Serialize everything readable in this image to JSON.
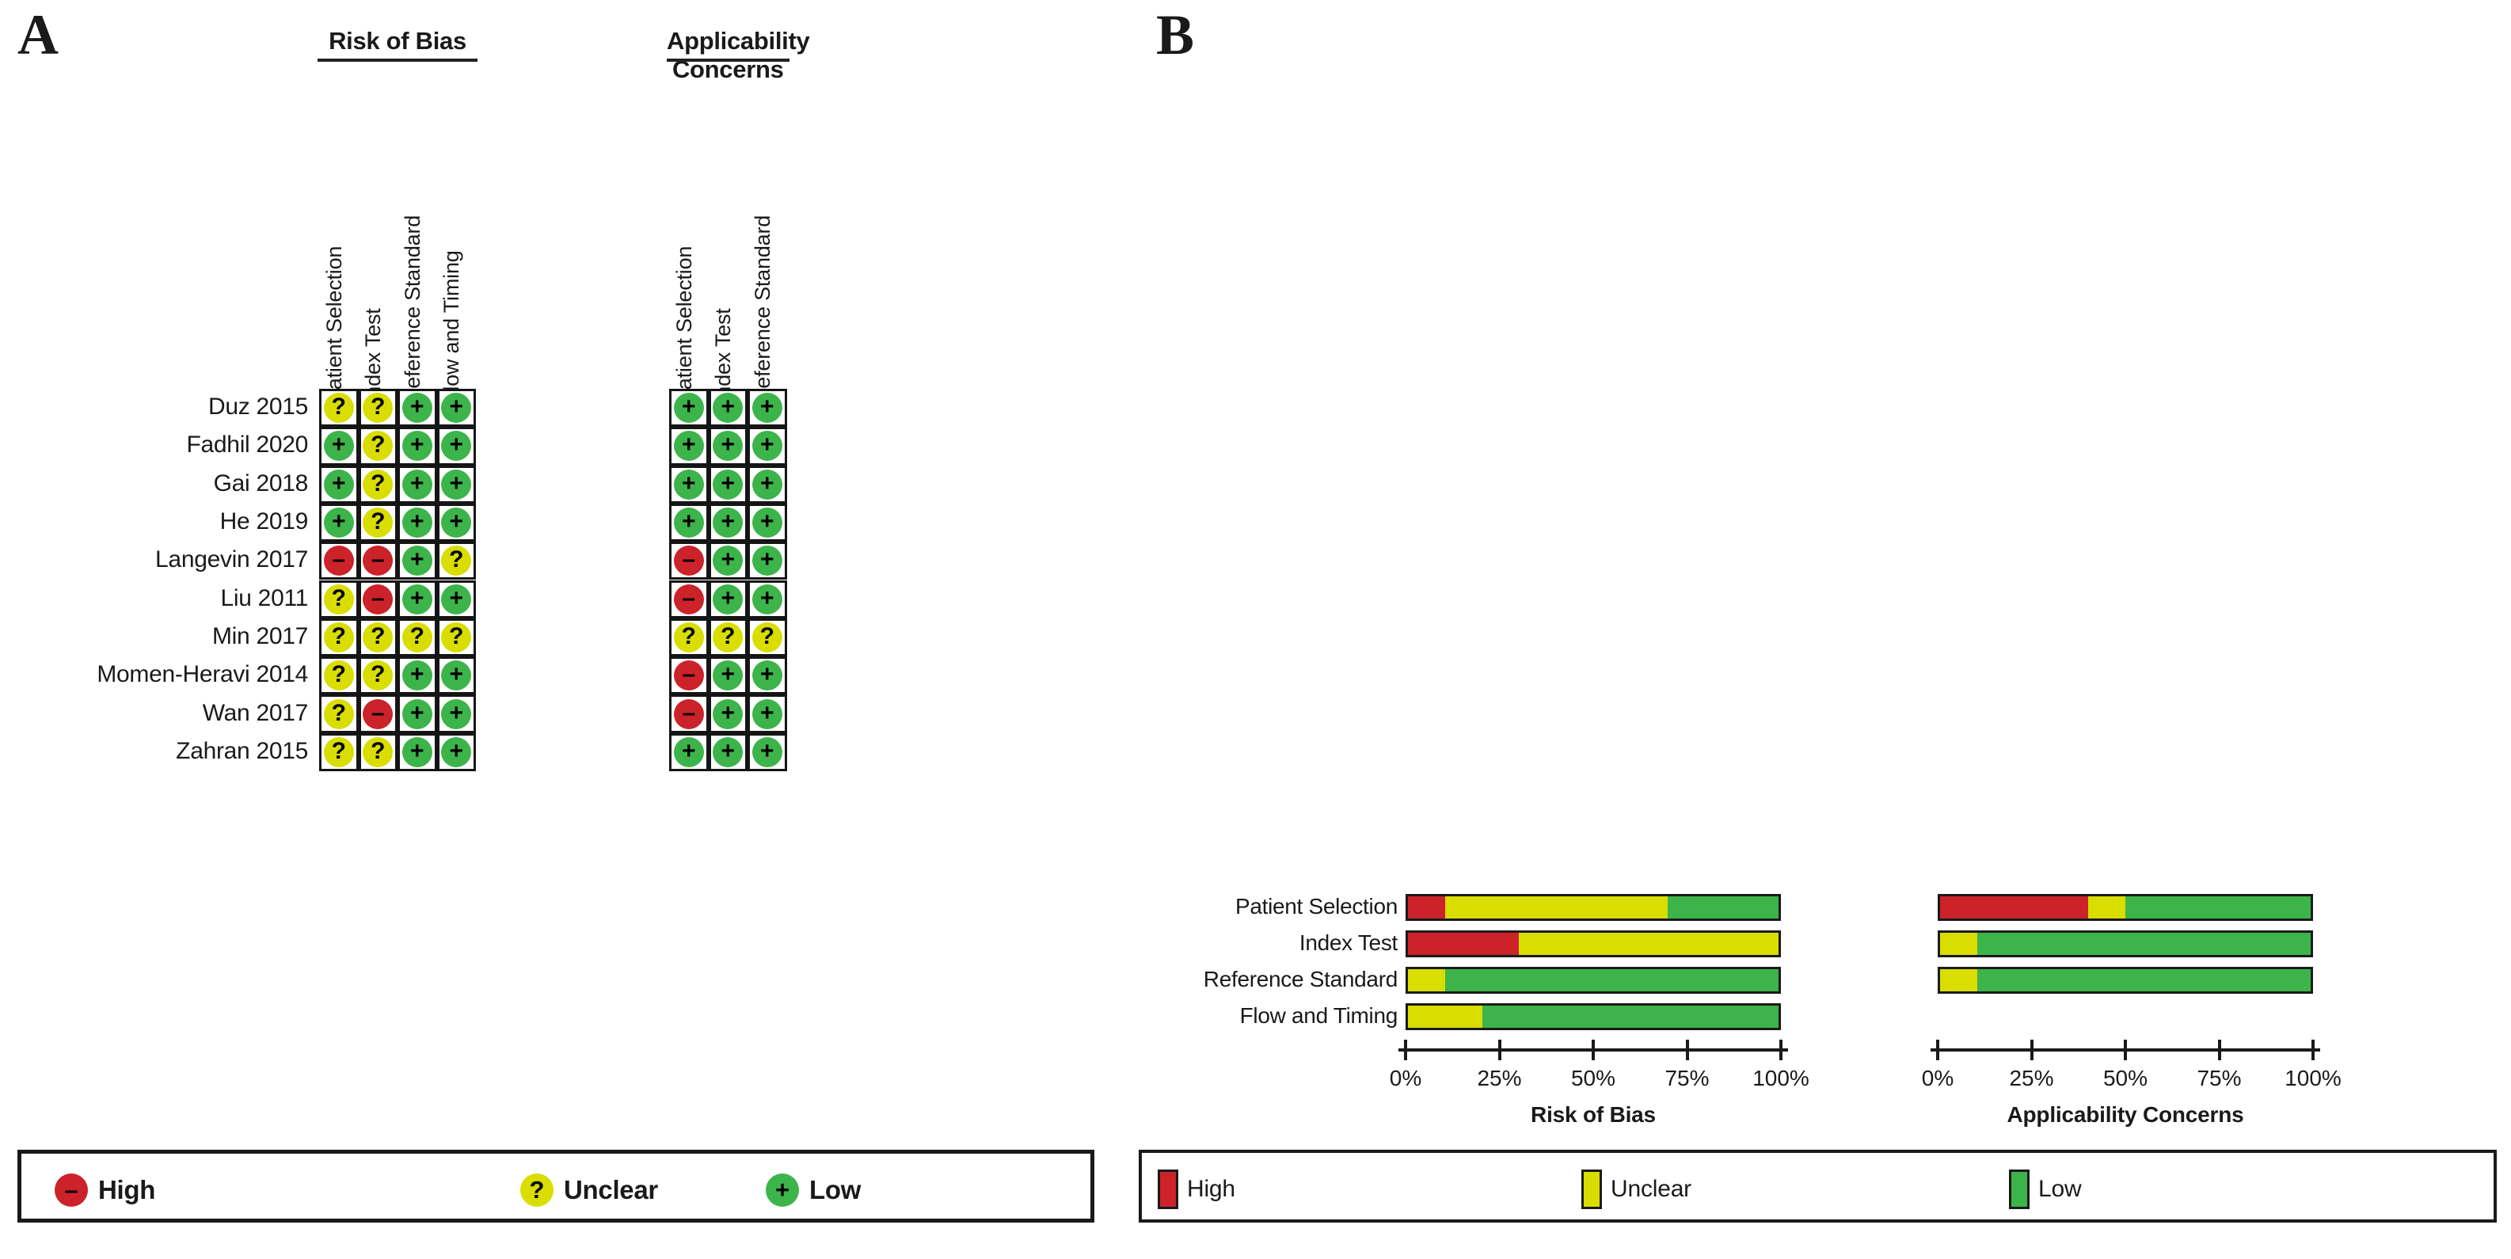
{
  "figure": {
    "panel_a_letter": "A",
    "panel_b_letter": "B"
  },
  "colors": {
    "high": "#CC2229",
    "unclear": "#D9DD00",
    "low": "#3CB44A",
    "outline": "#1a1a1a"
  },
  "judgement_glyphs": {
    "high": "–",
    "unclear": "?",
    "low": "+"
  },
  "panel_a": {
    "group_headers": [
      {
        "label": "Risk of Bias"
      },
      {
        "label": "Applicability Concerns"
      }
    ],
    "risk_of_bias_columns": [
      "Patient Selection",
      "Index Test",
      "Reference Standard",
      "Flow and Timing"
    ],
    "applicability_columns": [
      "Patient Selection",
      "Index Test",
      "Reference Standard"
    ],
    "studies": [
      {
        "name": "Duz 2015",
        "risk_of_bias": [
          "unclear",
          "unclear",
          "low",
          "low"
        ],
        "applicability": [
          "low",
          "low",
          "low"
        ]
      },
      {
        "name": "Fadhil 2020",
        "risk_of_bias": [
          "low",
          "unclear",
          "low",
          "low"
        ],
        "applicability": [
          "low",
          "low",
          "low"
        ]
      },
      {
        "name": "Gai 2018",
        "risk_of_bias": [
          "low",
          "unclear",
          "low",
          "low"
        ],
        "applicability": [
          "low",
          "low",
          "low"
        ]
      },
      {
        "name": "He 2019",
        "risk_of_bias": [
          "low",
          "unclear",
          "low",
          "low"
        ],
        "applicability": [
          "low",
          "low",
          "low"
        ]
      },
      {
        "name": "Langevin 2017",
        "risk_of_bias": [
          "high",
          "high",
          "low",
          "unclear"
        ],
        "applicability": [
          "high",
          "low",
          "low"
        ]
      },
      {
        "name": "Liu 2011",
        "risk_of_bias": [
          "unclear",
          "high",
          "low",
          "low"
        ],
        "applicability": [
          "high",
          "low",
          "low"
        ]
      },
      {
        "name": "Min 2017",
        "risk_of_bias": [
          "unclear",
          "unclear",
          "unclear",
          "unclear"
        ],
        "applicability": [
          "unclear",
          "unclear",
          "unclear"
        ]
      },
      {
        "name": "Momen-Heravi 2014",
        "risk_of_bias": [
          "unclear",
          "unclear",
          "low",
          "low"
        ],
        "applicability": [
          "high",
          "low",
          "low"
        ]
      },
      {
        "name": "Wan 2017",
        "risk_of_bias": [
          "unclear",
          "high",
          "low",
          "low"
        ],
        "applicability": [
          "high",
          "low",
          "low"
        ]
      },
      {
        "name": "Zahran 2015",
        "risk_of_bias": [
          "unclear",
          "unclear",
          "low",
          "low"
        ],
        "applicability": [
          "low",
          "low",
          "low"
        ]
      }
    ],
    "legend": [
      {
        "key": "high",
        "label": "High"
      },
      {
        "key": "unclear",
        "label": "Unclear"
      },
      {
        "key": "low",
        "label": "Low"
      }
    ]
  },
  "panel_b": {
    "legend": [
      {
        "key": "high",
        "label": "High"
      },
      {
        "key": "unclear",
        "label": "Unclear"
      },
      {
        "key": "low",
        "label": "Low"
      }
    ],
    "tick_labels": [
      "0%",
      "25%",
      "50%",
      "75%",
      "100%"
    ]
  },
  "chart_data": [
    {
      "type": "bar",
      "orientation": "horizontal",
      "stacked": true,
      "normalized": true,
      "title": "Risk of Bias",
      "xlabel": "",
      "ylabel": "",
      "xlim": [
        0,
        100
      ],
      "xticks": [
        0,
        25,
        50,
        75,
        100
      ],
      "xtick_labels": [
        "0%",
        "25%",
        "50%",
        "75%",
        "100%"
      ],
      "grid": false,
      "legend_position": "bottom",
      "categories": [
        "Patient Selection",
        "Index Test",
        "Reference Standard",
        "Flow and Timing"
      ],
      "series": [
        {
          "name": "High",
          "color": "#CC2229",
          "values": [
            10,
            30,
            0,
            0
          ]
        },
        {
          "name": "Unclear",
          "color": "#D9DD00",
          "values": [
            60,
            70,
            10,
            20
          ]
        },
        {
          "name": "Low",
          "color": "#3CB44A",
          "values": [
            30,
            0,
            90,
            80
          ]
        }
      ]
    },
    {
      "type": "bar",
      "orientation": "horizontal",
      "stacked": true,
      "normalized": true,
      "title": "Applicability Concerns",
      "xlabel": "",
      "ylabel": "",
      "xlim": [
        0,
        100
      ],
      "xticks": [
        0,
        25,
        50,
        75,
        100
      ],
      "xtick_labels": [
        "0%",
        "25%",
        "50%",
        "75%",
        "100%"
      ],
      "grid": false,
      "legend_position": "bottom",
      "categories": [
        "Patient Selection",
        "Index Test",
        "Reference Standard"
      ],
      "series": [
        {
          "name": "High",
          "color": "#CC2229",
          "values": [
            40,
            0,
            0
          ]
        },
        {
          "name": "Unclear",
          "color": "#D9DD00",
          "values": [
            10,
            10,
            10
          ]
        },
        {
          "name": "Low",
          "color": "#3CB44A",
          "values": [
            50,
            90,
            90
          ]
        }
      ]
    }
  ]
}
